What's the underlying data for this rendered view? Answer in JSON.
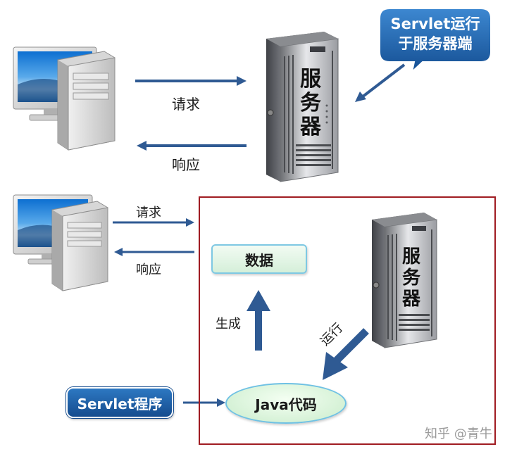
{
  "top": {
    "request_label": "请求",
    "response_label": "响应",
    "server_label": [
      "服",
      "务",
      "器"
    ],
    "callout_lines": [
      "Servlet运行",
      "于服务器端"
    ]
  },
  "bottom": {
    "request_label": "请求",
    "response_label": "响应",
    "data_box_label": "数据",
    "generate_label": "生成",
    "run_label": "运行",
    "java_code_label": "Java代码",
    "servlet_program_label": "Servlet程序",
    "server_label": [
      "服",
      "务",
      "器"
    ]
  },
  "watermark": "知乎 @青牛",
  "colors": {
    "arrow": "#2f5a93",
    "frame": "#a01c22",
    "callout": "#1f63ad"
  }
}
